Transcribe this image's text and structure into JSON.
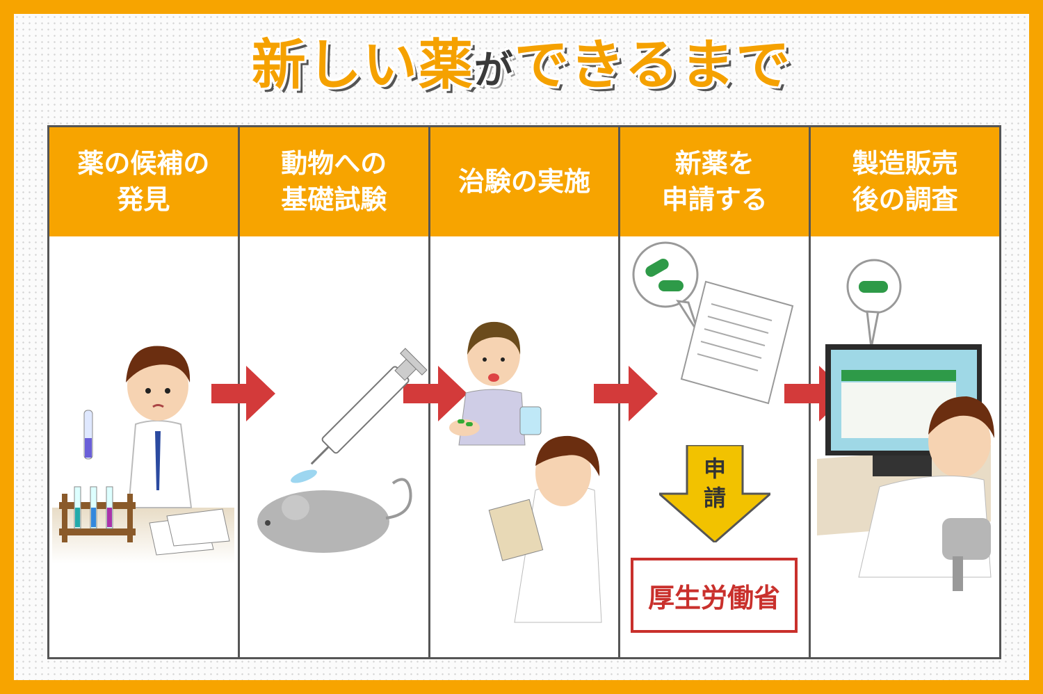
{
  "title": {
    "part1": "新しい薬",
    "part2": "が",
    "part3": "できるまで"
  },
  "steps": [
    {
      "label": "薬の候補の\n発見"
    },
    {
      "label": "動物への\n基礎試験"
    },
    {
      "label": "治験の実施"
    },
    {
      "label": "新薬を\n申請する"
    },
    {
      "label": "製造販売\n後の調査"
    }
  ],
  "application": {
    "arrow_label": "申\n請",
    "authority": "厚生労働省"
  },
  "colors": {
    "frame": "#f7a400",
    "header": "#f7a400",
    "arrow": "#d33a3a",
    "authority": "#c9302c",
    "apply_arrow": "#f2c200"
  }
}
